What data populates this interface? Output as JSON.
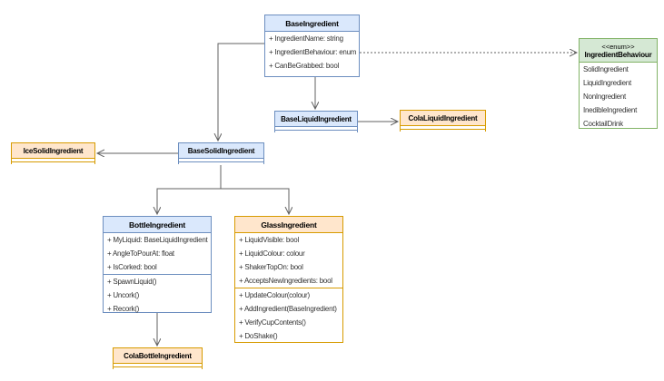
{
  "diagram": {
    "type": "uml-class-diagram",
    "classes": [
      {
        "name": "BaseIngredient",
        "attributes": [
          "+ IngredientName: string",
          "+ IngredientBehaviour: enum",
          "+ CanBeGrabbed: bool"
        ],
        "methods": []
      },
      {
        "name": "BaseLiquidIngredient",
        "attributes": [],
        "methods": []
      },
      {
        "name": "ColaLiquidIngredient",
        "attributes": [],
        "methods": []
      },
      {
        "name": "IceSolidIngredient",
        "attributes": [],
        "methods": []
      },
      {
        "name": "BaseSolidIngredient",
        "attributes": [],
        "methods": []
      },
      {
        "name": "BottleIngredient",
        "attributes": [
          "+ MyLiquid: BaseLiquidIngredient",
          "+ AngleToPourAt: float",
          "+ IsCorked: bool"
        ],
        "methods": [
          "+ SpawnLiquid()",
          "+ Uncork()",
          "+ Recork()"
        ]
      },
      {
        "name": "GlassIngredient",
        "attributes": [
          "+ LiquidVisible: bool",
          "+ LiquidColour: colour",
          "+ ShakerTopOn: bool",
          "+ AcceptsNewIngredients: bool"
        ],
        "methods": [
          "+ UpdateColour(colour)",
          "+ AddIngredient(BaseIngredient)",
          "+ VerifyCupContents()",
          "+ DoShake()"
        ]
      },
      {
        "name": "ColaBottleIngredient",
        "attributes": [],
        "methods": []
      }
    ],
    "enum": {
      "stereotype": "<<enum>>",
      "name": "IngredientBehaviour",
      "values": [
        "SolidIngredient",
        "LiquidIngredient",
        "NonIngredient",
        "InedibleIngredient",
        "CocktailDrink"
      ]
    },
    "relations": [
      {
        "from": "BaseIngredient",
        "to": "BaseLiquidIngredient",
        "style": "solid-open-arrow"
      },
      {
        "from": "BaseIngredient",
        "to": "BaseSolidIngredient",
        "style": "solid-open-arrow"
      },
      {
        "from": "BaseIngredient",
        "to": "IngredientBehaviour",
        "style": "dashed-open-arrow"
      },
      {
        "from": "BaseLiquidIngredient",
        "to": "ColaLiquidIngredient",
        "style": "solid-open-arrow"
      },
      {
        "from": "BaseSolidIngredient",
        "to": "IceSolidIngredient",
        "style": "solid-open-arrow"
      },
      {
        "from": "BaseSolidIngredient",
        "to": "BottleIngredient",
        "style": "solid-open-arrow"
      },
      {
        "from": "BaseSolidIngredient",
        "to": "GlassIngredient",
        "style": "solid-open-arrow"
      },
      {
        "from": "BottleIngredient",
        "to": "ColaBottleIngredient",
        "style": "solid-open-arrow"
      }
    ],
    "colors": {
      "blue_fill": "#dae8fc",
      "blue_border": "#6c8ebf",
      "orange_fill": "#ffe6cc",
      "orange_border": "#d79b00",
      "green_fill": "#d5e8d4",
      "green_border": "#82b366",
      "wire": "#616161",
      "text": "#333333",
      "background": "#ffffff"
    }
  }
}
